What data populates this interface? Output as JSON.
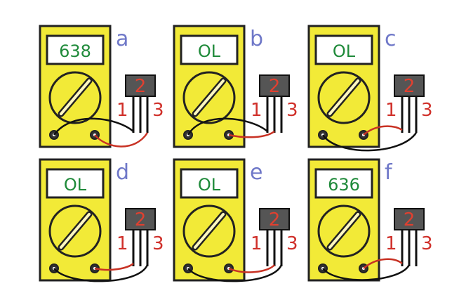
{
  "panels": [
    {
      "label": "a",
      "display": "638"
    },
    {
      "label": "b",
      "display": "OL"
    },
    {
      "label": "c",
      "display": "OL"
    },
    {
      "label": "d",
      "display": "OL"
    },
    {
      "label": "e",
      "display": "OL"
    },
    {
      "label": "f",
      "display": "636"
    }
  ],
  "pins": {
    "p1": "1",
    "p2": "2",
    "p3": "3"
  },
  "colors": {
    "meter_body": "#f2ea37",
    "meter_outline": "#222222",
    "display_text": "#1f8a3a",
    "panel_label": "#6f78c8",
    "pin_label": "#d0302a",
    "transistor": "#555555",
    "red_probe": "#c83224",
    "black_probe": "#111111"
  }
}
